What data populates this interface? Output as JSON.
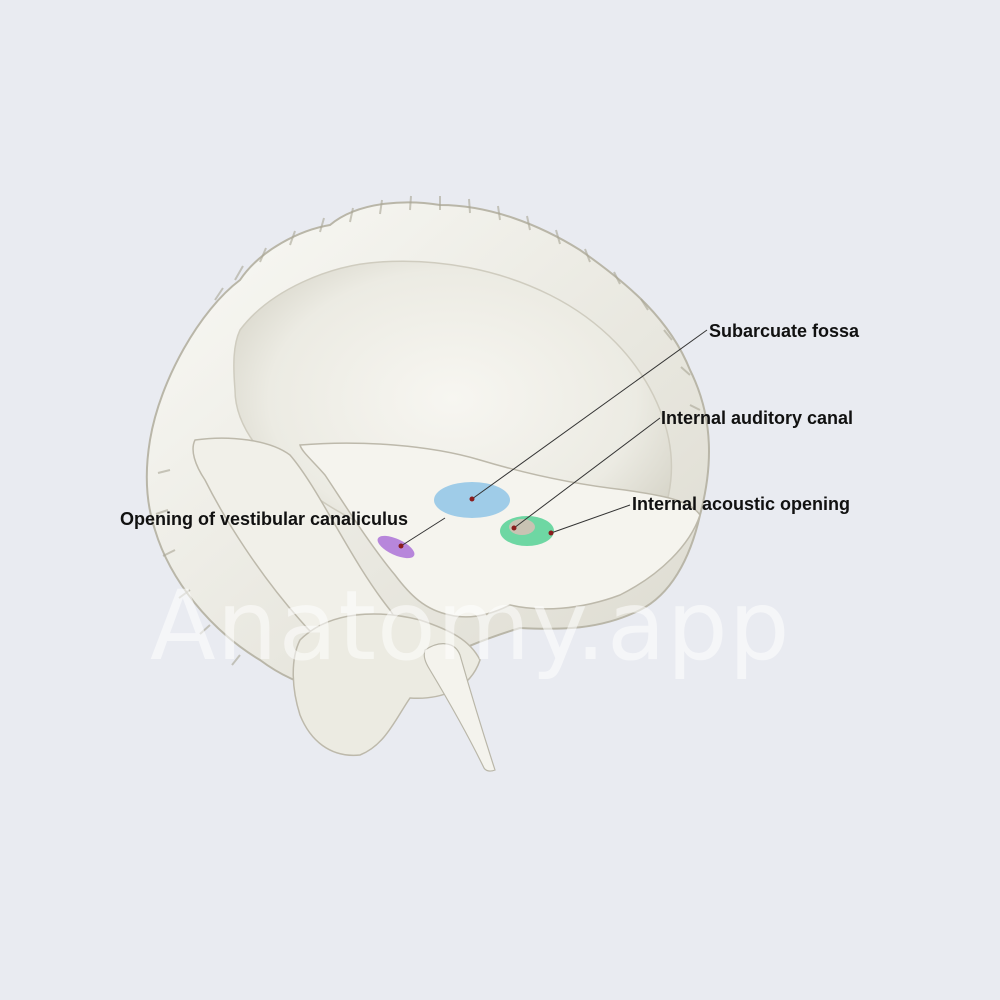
{
  "watermark": "Anatomy.app",
  "labels": {
    "subarcuate_fossa": "Subarcuate fossa",
    "internal_auditory_canal": "Internal auditory canal",
    "internal_acoustic_opening": "Internal acoustic opening",
    "opening_vestibular_canaliculus": "Opening of vestibular canaliculus"
  },
  "colors": {
    "background": "#e9ebf1",
    "bone": "#f2f1ea",
    "bone_shadow": "#c9c7bb",
    "subarcuate_fossa_highlight": "#8fc4e6",
    "internal_acoustic_opening_highlight": "#5fd49a",
    "vestibular_canaliculus_highlight": "#b07ad8",
    "pointer_dot": "#8b1c1c",
    "leader_line": "#333333"
  },
  "icons": [
    "temporal-bone-illustration"
  ]
}
